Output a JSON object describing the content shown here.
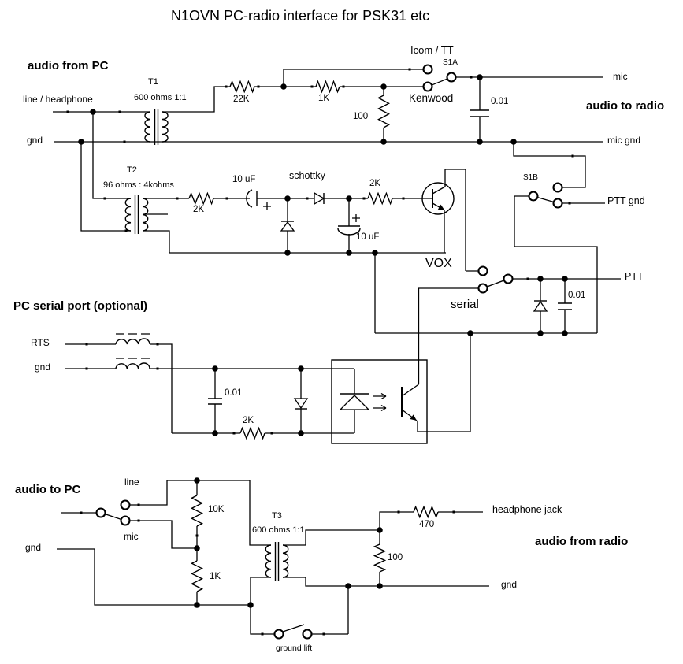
{
  "title": "N1OVN PC-radio interface for PSK31 etc",
  "headings": {
    "audio_from_pc": "audio from PC",
    "audio_to_radio": "audio to radio",
    "pc_serial_port": "PC serial port (optional)",
    "audio_to_pc": "audio to PC",
    "audio_from_radio": "audio from radio"
  },
  "audio_from_pc": {
    "line_headphone": "line / headphone",
    "gnd": "gnd",
    "t1": "T1",
    "t1_spec": "600 ohms 1:1",
    "r22k": "22K",
    "r1k": "1K",
    "r100": "100"
  },
  "audio_to_radio": {
    "icom_tt": "Icom / TT",
    "s1a": "S1A",
    "kenwood": "Kenwood",
    "mic": "mic",
    "cap": "0.01",
    "mic_gnd": "mic gnd"
  },
  "vox": {
    "t2": "T2",
    "t2_spec": "96 ohms : 4kohms",
    "r2k_in": "2K",
    "cap_in": "10 uF",
    "schottky": "schottky",
    "cap_filter": "10 uF",
    "r2k_base": "2K",
    "label": "VOX"
  },
  "ptt": {
    "s1b": "S1B",
    "ptt_gnd": "PTT gnd",
    "serial": "serial",
    "ptt": "PTT",
    "cap": "0.01"
  },
  "serial_port": {
    "rts": "RTS",
    "gnd": "gnd",
    "cap": "0.01",
    "r2k": "2K"
  },
  "audio_to_pc": {
    "line": "line",
    "mic": "mic",
    "gnd": "gnd",
    "r10k": "10K",
    "r1k": "1K"
  },
  "audio_from_radio": {
    "t3": "T3",
    "t3_spec": "600 ohms 1:1",
    "r470": "470",
    "r100": "100",
    "headphone_jack": "headphone jack",
    "gnd": "gnd",
    "ground_lift": "ground lift"
  }
}
